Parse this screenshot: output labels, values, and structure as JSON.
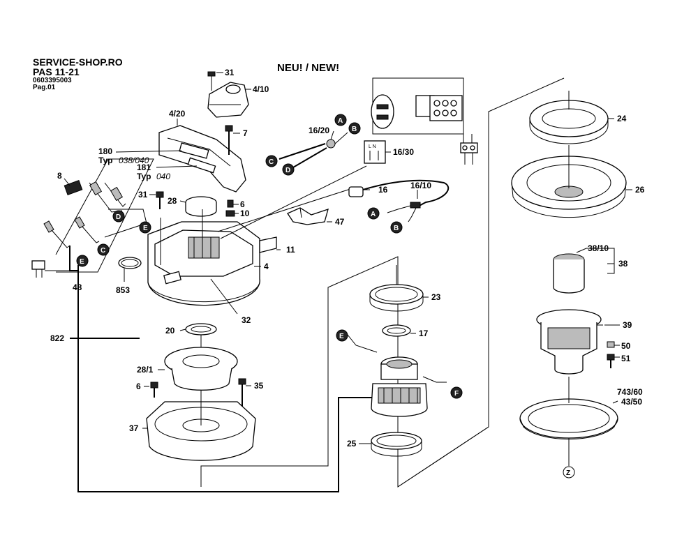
{
  "header": {
    "shop": "SERVICE-SHOP.RO",
    "model": "PAS 11-21",
    "part_number": "0603395003",
    "page": "Pag.01"
  },
  "badge": "NEU! / NEW!",
  "connector_letters": [
    "A",
    "B",
    "C",
    "D",
    "E",
    "F",
    "Z"
  ],
  "callouts": {
    "c31": "31",
    "c4_10": "4/10",
    "c4_20": "4/20",
    "c7": "7",
    "c180": "180",
    "typ_a": "Typ",
    "typ_a_val": "038/040",
    "c181": "181",
    "typ_b": "Typ",
    "typ_b_val": "040",
    "c8": "8",
    "c31b": "31",
    "c28": "28",
    "c6": "6",
    "c10": "10",
    "c47": "47",
    "c11": "11",
    "c4": "4",
    "c853": "853",
    "c48": "48",
    "c32": "32",
    "c822": "822",
    "c20": "20",
    "c28_1": "28/1",
    "c6b": "6",
    "c35": "35",
    "c37": "37",
    "c16_20": "16/20",
    "c16_30": "16/30",
    "c16": "16",
    "c16_10": "16/10",
    "c23": "23",
    "c17": "17",
    "c25": "25",
    "c24": "24",
    "c26": "26",
    "c38_10": "38/10",
    "c38": "38",
    "c39": "39",
    "c50": "50",
    "c51": "51",
    "c743_60": "743/60",
    "c43_50": "43/50"
  },
  "switch_label": "L N",
  "colors": {
    "ink": "#000000",
    "fill": "#ffffff",
    "shade": "#bbbbbb"
  }
}
